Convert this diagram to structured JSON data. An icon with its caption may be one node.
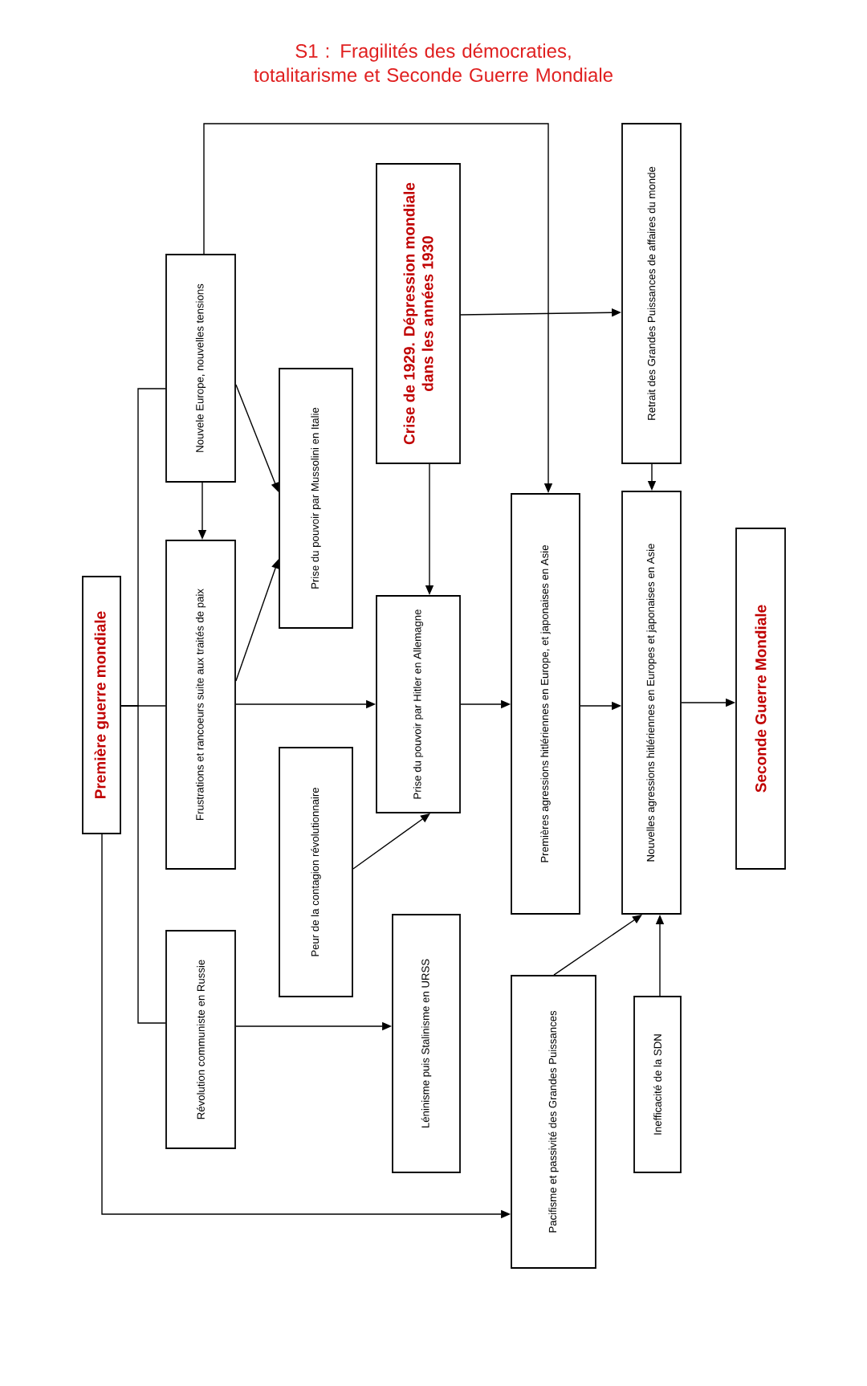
{
  "diagram": {
    "title": "S1 : Fragilités des démocraties, totalitarisme et Seconde Guerre Mondiale",
    "nodes": [
      {
        "text": [
          "Première guerre mondiale"
        ]
      },
      {
        "text": [
          "Nouvele Europe, nouvelles tensions"
        ]
      },
      {
        "text": [
          "Frustrations et rancoeurs suite aux traités de paix"
        ]
      },
      {
        "text": [
          "Révolution communiste en Russie"
        ]
      },
      {
        "text": [
          "Prise du pouvoir par Mussolini en Italie"
        ]
      },
      {
        "text": [
          "Peur de la contagion révolutionnaire"
        ]
      },
      {
        "text": [
          "Crise de 1929. Dépression mondiale dans les années 1930"
        ]
      },
      {
        "text": [
          "Prise du pouvoir par Hitler en Allemagne"
        ]
      },
      {
        "text": [
          "Léninisme puis Stalinisme en URSS"
        ]
      },
      {
        "text": [
          "Premières agressions hitlériennes en Europe, et japonaises en Asie"
        ]
      },
      {
        "text": [
          "Pacifisme et passivité des Grandes Puissances"
        ]
      },
      {
        "text": [
          "Retrait des Grandes Puissances de affaires du monde"
        ]
      },
      {
        "text": [
          "Nouvelles agressions hitlériennes en Europes et japonaises en Asie"
        ]
      },
      {
        "text": [
          "Inefficacité de la SDN"
        ]
      },
      {
        "text": [
          "Seconde Guerre Mondiale"
        ]
      }
    ],
    "edges": [
      {
        "from": 0,
        "to": 1,
        "arrow": "none"
      },
      {
        "from": 0,
        "to": 2,
        "arrow": "none"
      },
      {
        "from": 0,
        "to": 3,
        "arrow": "none"
      },
      {
        "from": 0,
        "to": 10,
        "arrow": "to"
      },
      {
        "from": 1,
        "to": 2,
        "arrow": "to"
      },
      {
        "from": 1,
        "to": 4,
        "arrow": "to"
      },
      {
        "from": 1,
        "to": 9,
        "arrow": "to"
      },
      {
        "from": 2,
        "to": 4,
        "arrow": "to"
      },
      {
        "from": 2,
        "to": 7,
        "arrow": "to"
      },
      {
        "from": 3,
        "to": 8,
        "arrow": "to"
      },
      {
        "from": 5,
        "to": 7,
        "arrow": "to"
      },
      {
        "from": 6,
        "to": 7,
        "arrow": "to"
      },
      {
        "from": 6,
        "to": 11,
        "arrow": "to"
      },
      {
        "from": 7,
        "to": 9,
        "arrow": "to"
      },
      {
        "from": 9,
        "to": 12,
        "arrow": "to"
      },
      {
        "from": 11,
        "to": 12,
        "arrow": "to"
      },
      {
        "from": 10,
        "to": 12,
        "arrow": "to"
      },
      {
        "from": 13,
        "to": 12,
        "arrow": "to"
      },
      {
        "from": 12,
        "to": 14,
        "arrow": "to"
      }
    ]
  }
}
